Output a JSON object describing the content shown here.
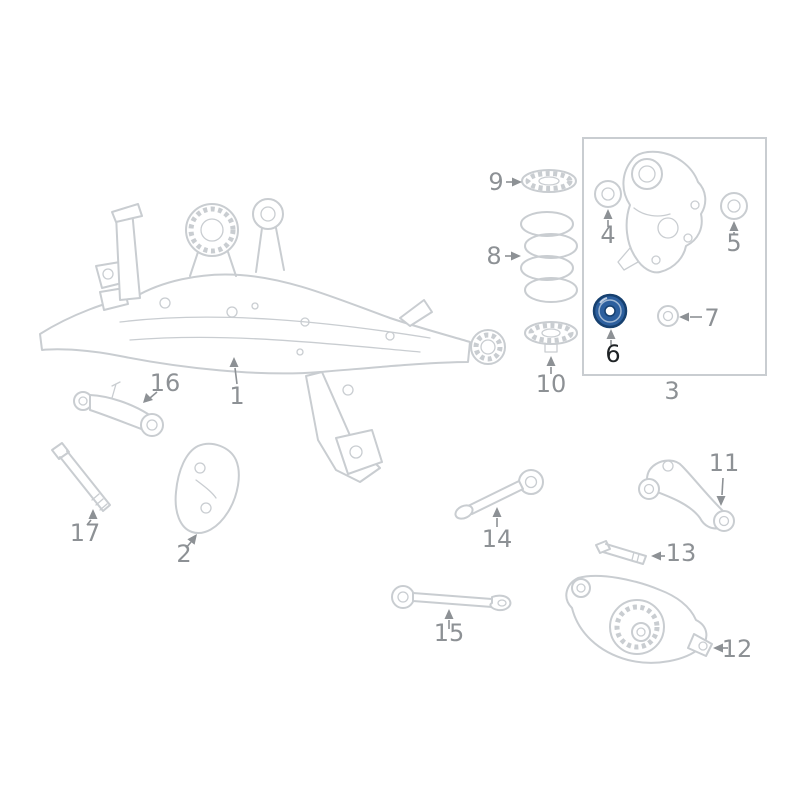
{
  "diagram": {
    "type": "exploded-parts-diagram",
    "background_color": "#ffffff",
    "line_color": "#c9cdd1",
    "label_color": "#8d9195",
    "highlight_color": "#2c5f9e",
    "highlight_dark_color": "#16406f",
    "highlight_label_color": "#1f2326",
    "highlighted_part_label": "6",
    "callouts": [
      {
        "label": "1"
      },
      {
        "label": "2"
      },
      {
        "label": "3"
      },
      {
        "label": "4"
      },
      {
        "label": "5"
      },
      {
        "label": "6",
        "highlighted": true
      },
      {
        "label": "7"
      },
      {
        "label": "8"
      },
      {
        "label": "9"
      },
      {
        "label": "10"
      },
      {
        "label": "11"
      },
      {
        "label": "12"
      },
      {
        "label": "13"
      },
      {
        "label": "14"
      },
      {
        "label": "15"
      },
      {
        "label": "16"
      },
      {
        "label": "17"
      }
    ]
  }
}
